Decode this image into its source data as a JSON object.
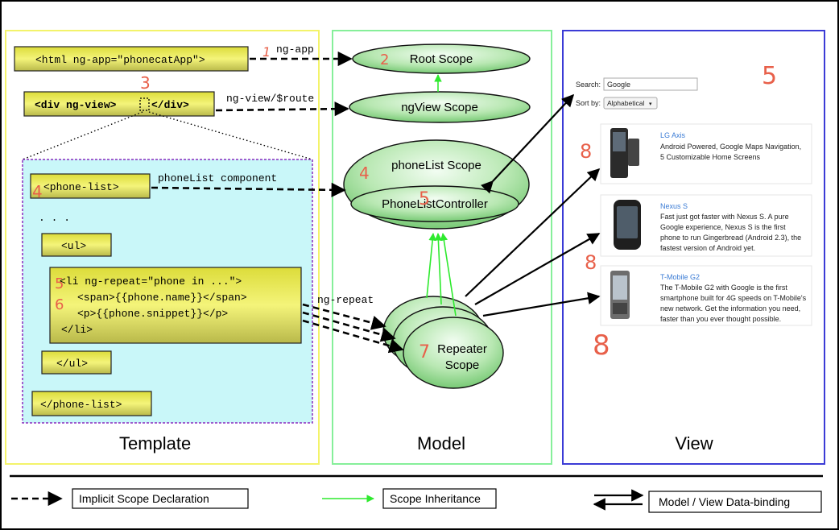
{
  "template": {
    "title": "Template",
    "html_tag": "<html ng-app=\"phonecatApp\">",
    "div_tag_open": "<div ng-view>",
    "div_tag_close": "</div>",
    "phone_list_open": "<phone-list>",
    "ellipsis": ". . .",
    "ul_open": "<ul>",
    "li_line1": "<li ng-repeat=\"phone in ...\">",
    "li_line2": "<span>{{phone.name}}</span>",
    "li_line3": "<p>{{phone.snippet}}</p>",
    "li_line4": "</li>",
    "ul_close": "</ul>",
    "phone_list_close": "</phone-list>"
  },
  "model": {
    "title": "Model",
    "root_scope": "Root Scope",
    "ngview_scope": "ngView Scope",
    "phonelist_scope": "phoneList Scope",
    "controller": "PhoneListController",
    "repeater_line1": "Repeater",
    "repeater_line2": "Scope"
  },
  "connectors": {
    "ng_app": "ng-app",
    "ng_view": "ng-view/$route",
    "phonelist_component": "phoneList component",
    "ng_repeat": "ng-repeat"
  },
  "view": {
    "title": "View",
    "search_label": "Search:",
    "search_value": "Google",
    "sort_label": "Sort by:",
    "sort_value": "Alphabetical",
    "phones": [
      {
        "name": "LG Axis",
        "lines": [
          "Android Powered, Google Maps Navigation,",
          "5 Customizable Home Screens"
        ]
      },
      {
        "name": "Nexus S",
        "lines": [
          "Fast just got faster with Nexus S. A pure",
          "Google experience, Nexus S is the first",
          "phone to run Gingerbread (Android 2.3), the",
          "fastest version of Android yet."
        ]
      },
      {
        "name": "T-Mobile G2",
        "lines": [
          "The T-Mobile G2 with Google is the first",
          "smartphone built for 4G speeds on T-Mobile's",
          "new network. Get the information you need,",
          "faster than you ever thought possible."
        ]
      }
    ]
  },
  "annotations": {
    "n1": "1",
    "n2": "2",
    "n3": "3",
    "n4a": "4",
    "n4b": "4",
    "n5a": "5",
    "n5b": "5",
    "n5c": "5",
    "n6": "6",
    "n7": "7",
    "n8a": "8",
    "n8b": "8",
    "n8c": "8"
  },
  "legend": {
    "implicit": "Implicit Scope Declaration",
    "inheritance": "Scope Inheritance",
    "binding": "Model / View Data-binding"
  },
  "colors": {
    "template_border": "#f3f36a",
    "model_border": "#86ef9a",
    "view_border": "#3b3bd6",
    "inheritance_arrow": "#2eea2e",
    "annotation": "#e8604a"
  }
}
